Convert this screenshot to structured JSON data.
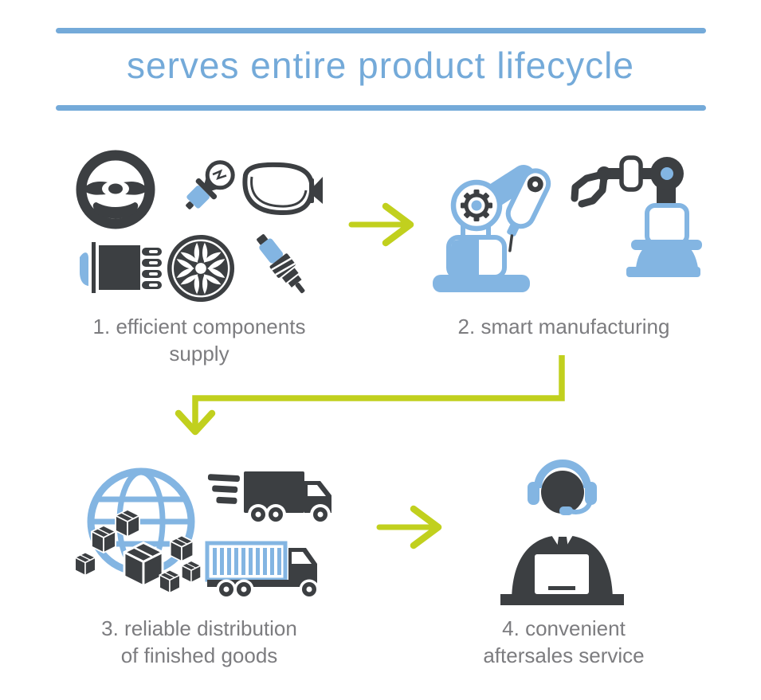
{
  "header": {
    "title": "serves entire product lifecycle"
  },
  "stages": [
    {
      "number": 1,
      "label": [
        "1. efficient components",
        "supply"
      ],
      "icons": [
        "steering-wheel-icon",
        "car-bulb-icon",
        "side-mirror-icon",
        "ecu-module-icon",
        "wheel-rim-icon",
        "spark-plug-icon"
      ]
    },
    {
      "number": 2,
      "label": [
        "2. smart manufacturing"
      ],
      "icons": [
        "robot-arm-icon",
        "robot-gripper-icon"
      ]
    },
    {
      "number": 3,
      "label": [
        "3. reliable distribution",
        "of finished goods"
      ],
      "icons": [
        "globe-logistics-icon",
        "express-truck-icon",
        "container-truck-icon"
      ]
    },
    {
      "number": 4,
      "label": [
        "4. convenient",
        "aftersales service"
      ],
      "icons": [
        "support-agent-icon"
      ]
    }
  ],
  "connectors": [
    {
      "name": "arrow-stage1-to-stage2",
      "direction": "right"
    },
    {
      "name": "arrow-stage2-to-stage3",
      "direction": "down-left"
    },
    {
      "name": "arrow-stage3-to-stage4",
      "direction": "right"
    }
  ],
  "colors": {
    "accent_blue": "#74aad9",
    "icon_dark": "#3c3f42",
    "icon_blue": "#83b5e2",
    "arrow_green": "#c1d01e",
    "text_gray": "#7c7c7f",
    "background": "#ffffff"
  }
}
